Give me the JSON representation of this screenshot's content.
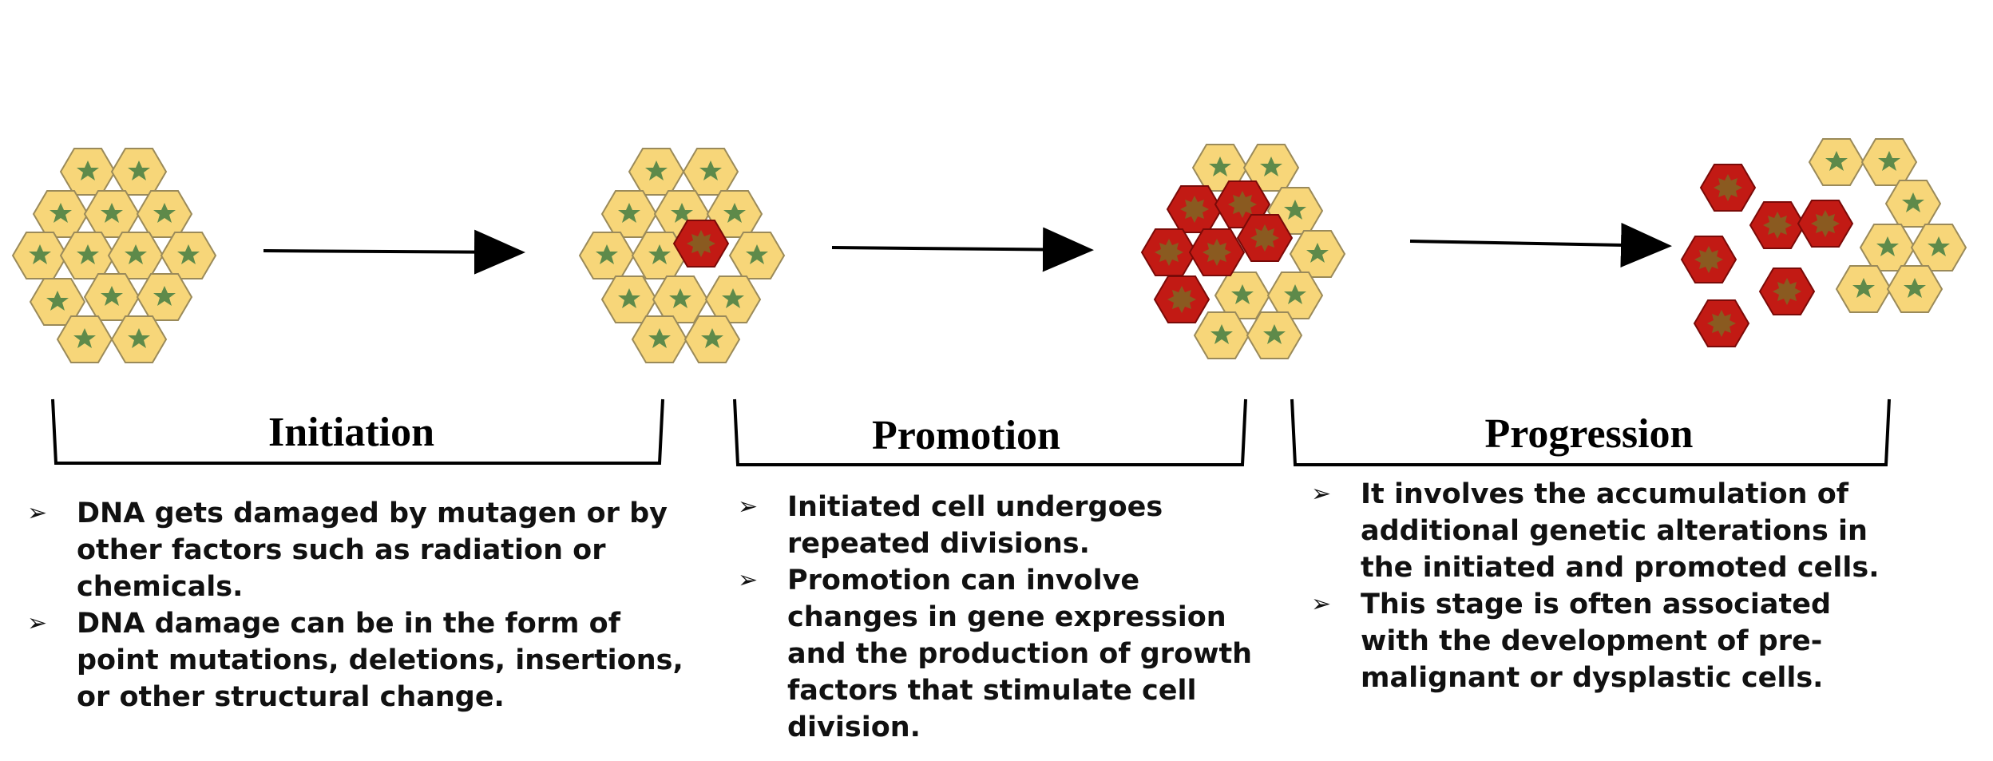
{
  "stages": [
    {
      "title": "Initiation",
      "bullets": [
        "DNA gets damaged by mutagen or by other factors such as radiation or chemicals.",
        "DNA damage can be in the form  of point mutations, deletions, insertions, or other structural change."
      ]
    },
    {
      "title": "Promotion",
      "bullets": [
        "Initiated cell undergoes repeated divisions.",
        " Promotion can involve changes in gene expression and the production of  growth factors that stimulate cell division."
      ]
    },
    {
      "title": "Progression",
      "bullets": [
        "It involves the accumulation of additional genetic alterations in the initiated and promoted cells.",
        "This stage is often associated with the development of  pre-malignant or dysplastic cells."
      ]
    }
  ],
  "bullet_symbol": "➢",
  "colors": {
    "normal_cell_fill": "#f7d679",
    "normal_cell_stroke": "#9a8a5a",
    "nucleus_star": "#5e8a4a",
    "mutant_cell_fill": "#c21a14",
    "mutant_cell_stroke": "#7a0a08",
    "mutant_nucleus": "#8a5a20"
  },
  "icons": {
    "bullet": "arrowhead-bullet-icon",
    "arrow": "right-arrow-icon",
    "normal_cell": "normal-cell-icon",
    "mutant_cell": "mutant-cell-icon"
  }
}
